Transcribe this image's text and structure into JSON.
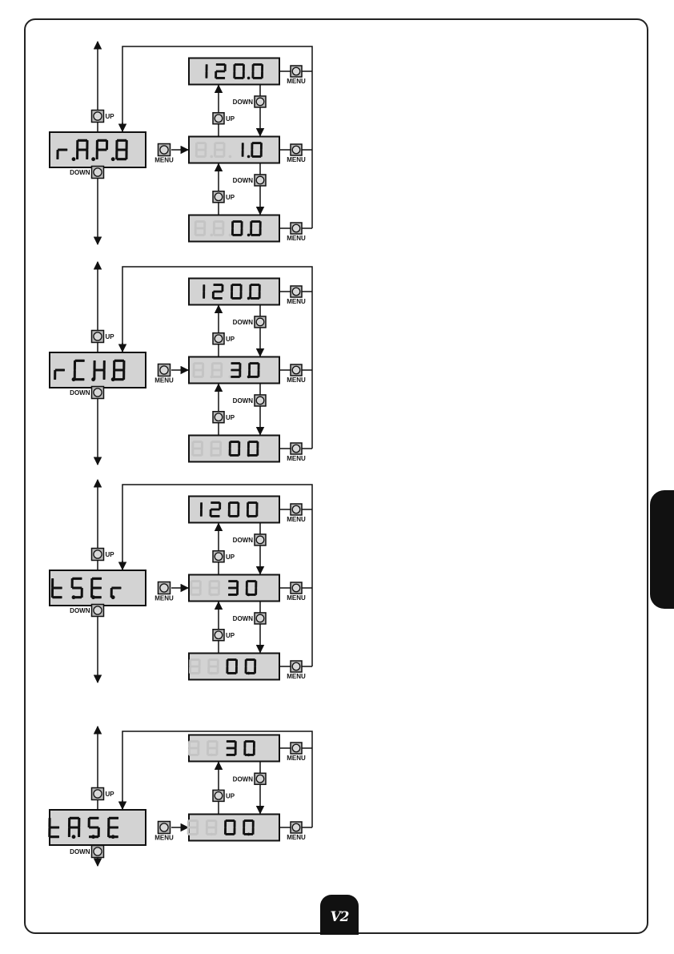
{
  "footer": {
    "logo_text": "V2"
  },
  "side_tab": {
    "color": "#111111"
  },
  "colors": {
    "display_bg": "#d3d3d3",
    "lit_segment": "#111111",
    "dim_segment": "#c4c4c4",
    "button_bg": "#b9b9b9"
  },
  "icons": {
    "button": "round-push-button",
    "arrow": "arrow-head"
  },
  "button_labels": {
    "up": "UP",
    "down": "DOWN",
    "menu": "MENU"
  },
  "blocks": [
    {
      "main_display": {
        "chars": [
          "r",
          "A",
          "P",
          "8"
        ],
        "dots": [
          true,
          true,
          true,
          false
        ]
      },
      "value_displays": [
        {
          "chars": [
            "1",
            "2",
            "0",
            "0"
          ],
          "dots": [
            false,
            false,
            true,
            false
          ],
          "dim": [
            false,
            false,
            false,
            false
          ]
        },
        {
          "chars": [
            "8",
            "8",
            "1",
            "0"
          ],
          "dots": [
            true,
            true,
            true,
            false
          ],
          "dim": [
            true,
            true,
            false,
            false
          ]
        },
        {
          "chars": [
            "8",
            "8",
            "0",
            "0"
          ],
          "dots": [
            true,
            true,
            true,
            false
          ],
          "dim": [
            true,
            true,
            false,
            false
          ]
        }
      ]
    },
    {
      "main_display": {
        "chars": [
          "r",
          "C",
          "H",
          "8"
        ],
        "dots": [
          true,
          true,
          true,
          false
        ]
      },
      "value_displays": [
        {
          "chars": [
            "1",
            "2",
            "0",
            "0"
          ],
          "dots": [
            false,
            false,
            true,
            false
          ],
          "dim": [
            false,
            false,
            false,
            false
          ]
        },
        {
          "chars": [
            "8",
            "8",
            "3",
            "0"
          ],
          "dots": [
            true,
            true,
            true,
            false
          ],
          "dim": [
            true,
            true,
            false,
            false
          ]
        },
        {
          "chars": [
            "8",
            "8",
            "0",
            "0"
          ],
          "dots": [
            true,
            true,
            true,
            false
          ],
          "dim": [
            true,
            true,
            false,
            false
          ]
        }
      ]
    },
    {
      "main_display": {
        "chars": [
          "t",
          "S",
          "E",
          "r"
        ],
        "dots": [
          true,
          true,
          true,
          false
        ]
      },
      "value_displays": [
        {
          "chars": [
            "1",
            "2",
            "0",
            "0"
          ],
          "dots": [
            false,
            false,
            true,
            false
          ],
          "dim": [
            false,
            false,
            false,
            false
          ]
        },
        {
          "chars": [
            "8",
            "8",
            "3",
            "0"
          ],
          "dots": [
            true,
            true,
            true,
            false
          ],
          "dim": [
            true,
            true,
            false,
            false
          ]
        },
        {
          "chars": [
            "8",
            "8",
            "0",
            "0"
          ],
          "dots": [
            true,
            true,
            true,
            false
          ],
          "dim": [
            true,
            true,
            false,
            false
          ]
        }
      ]
    },
    {
      "main_display": {
        "chars": [
          "t",
          "A",
          "S",
          "E"
        ],
        "dots": [
          true,
          true,
          true,
          false
        ]
      },
      "value_displays": [
        {
          "chars": [
            "8",
            "8",
            "3",
            "0"
          ],
          "dots": [
            true,
            true,
            true,
            false
          ],
          "dim": [
            true,
            true,
            false,
            false
          ]
        },
        {
          "chars": [
            "8",
            "8",
            "0",
            "0"
          ],
          "dots": [
            true,
            true,
            true,
            false
          ],
          "dim": [
            true,
            true,
            false,
            false
          ]
        }
      ]
    }
  ]
}
